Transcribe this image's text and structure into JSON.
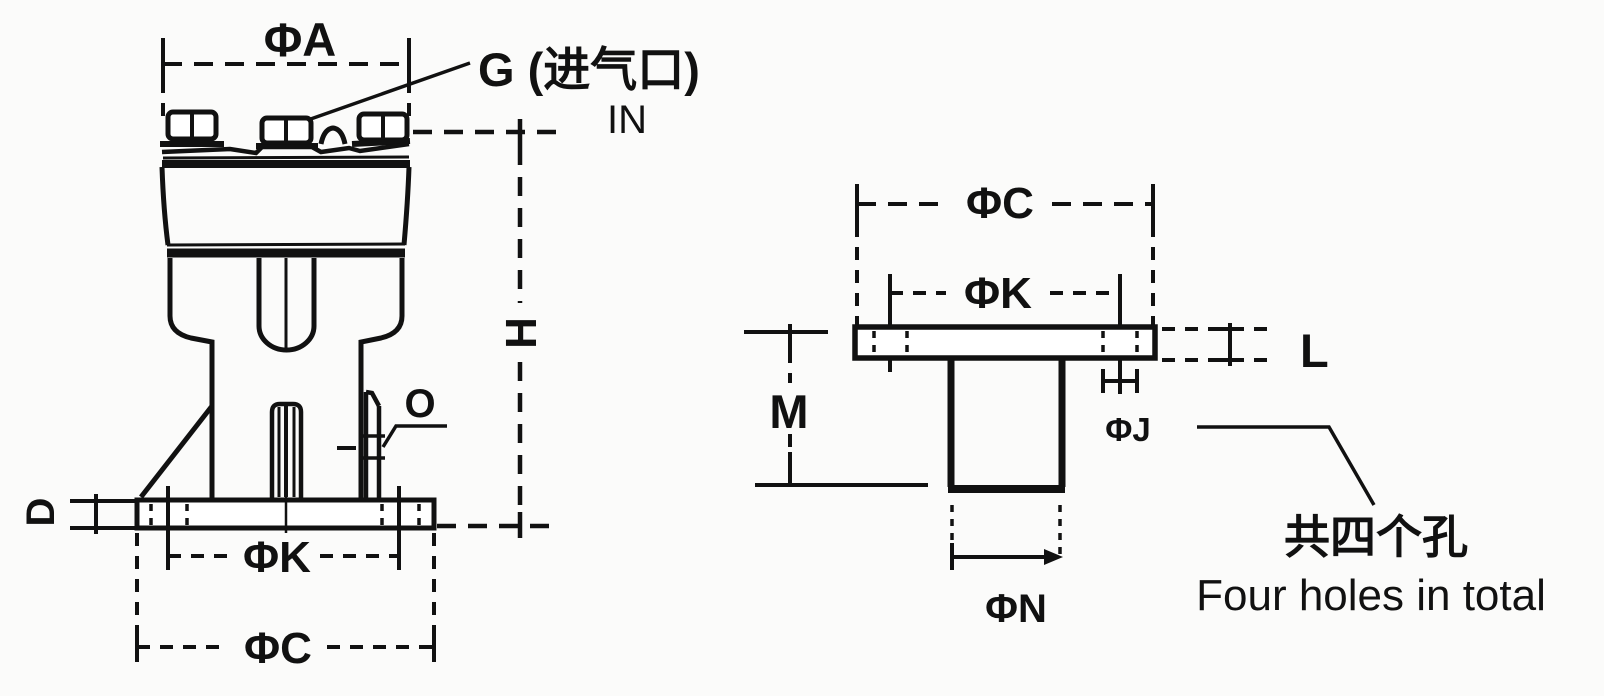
{
  "drawing": {
    "type": "engineering-dimension-drawing",
    "views": [
      "side-view-actuator",
      "bottom-flange-section"
    ],
    "left_view": {
      "dim_phi_a": "ΦA",
      "inlet_label": "G (进气口)",
      "inlet_sub": "IN",
      "dim_h": "H",
      "dim_o": "O",
      "dim_d": "D",
      "dim_phi_k": "ΦK",
      "dim_phi_c": "ΦC"
    },
    "right_view": {
      "dim_phi_c": "ΦC",
      "dim_phi_k": "ΦK",
      "dim_m": "M",
      "dim_l": "L",
      "dim_phi_j": "ΦJ",
      "dim_phi_n": "ΦN",
      "note_zh": "共四个孔",
      "note_en": "Four holes in total"
    },
    "colors": {
      "ink": "#111111",
      "paper": "#fbfbfa"
    }
  }
}
